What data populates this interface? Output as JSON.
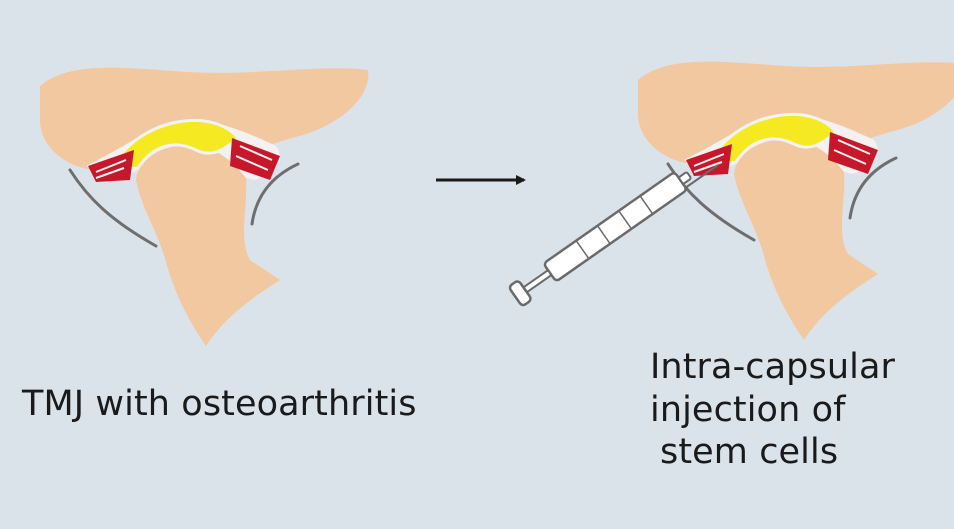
{
  "panels": {
    "left": {
      "caption": "TMJ with osteoarthritis"
    },
    "right": {
      "caption_lines": [
        "Intra-capsular",
        "injection of",
        "stem cells"
      ]
    }
  },
  "colors": {
    "background": "#dbe3ea",
    "bone": "#f2c8a1",
    "disc": "#f5ea21",
    "ligament": "#c6182a",
    "ligament_bg": "#f6f1f1",
    "capsule_line": "#6e6e6e",
    "arrow": "#1a1a1a",
    "syringe_outline": "#6a6a6a",
    "syringe_fill": "#ffffff"
  },
  "icons": {
    "process_arrow": "right-arrow-icon",
    "syringe": "syringe-icon"
  }
}
